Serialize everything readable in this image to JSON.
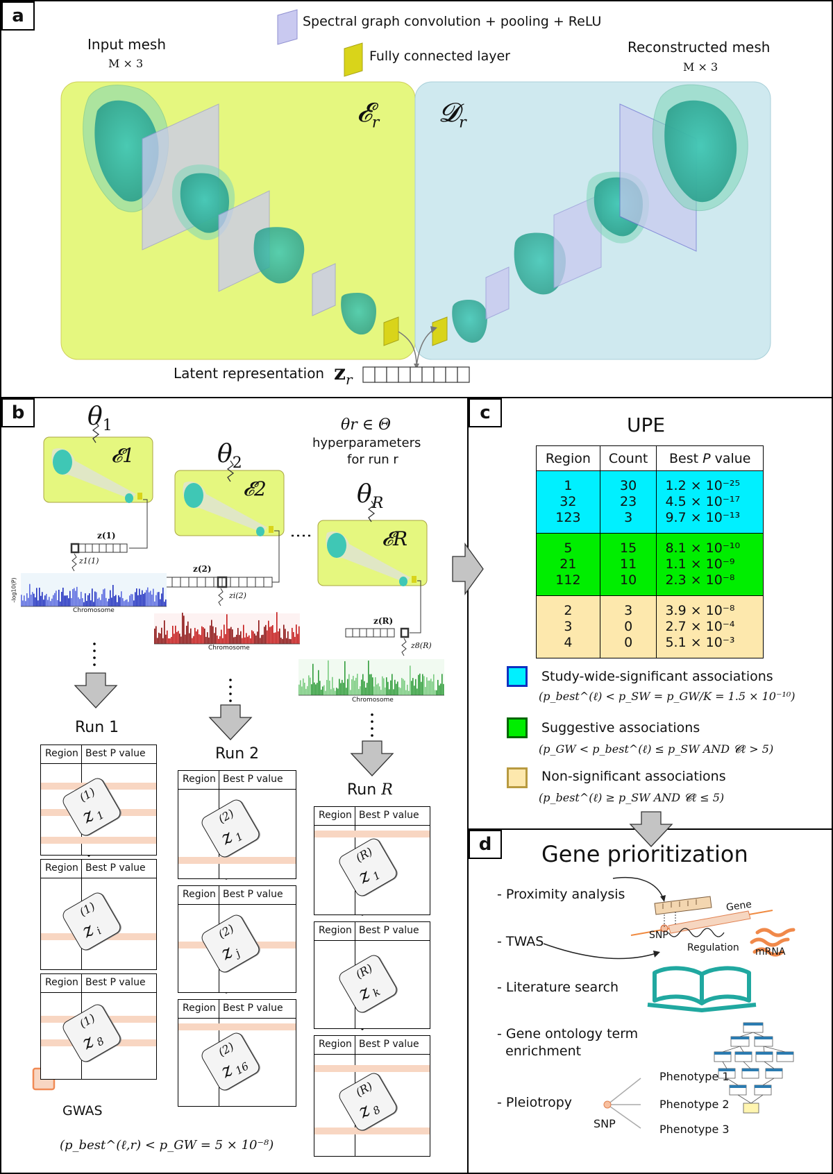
{
  "panels": {
    "a": "a",
    "b": "b",
    "c": "c",
    "d": "d"
  },
  "panel_a": {
    "legend_conv": "Spectral graph convolution + pooling + ReLU",
    "legend_fc": "Fully connected layer",
    "input_mesh": "Input mesh",
    "input_dims": "M × 3",
    "recon_mesh": "Reconstructed mesh",
    "recon_dims": "M × 3",
    "encoder": "𝓔",
    "encoder_sub": "r",
    "decoder": "𝓓",
    "decoder_sub": "r",
    "latent_label": "Latent representation",
    "latent_symbol": "z",
    "latent_sub": "r",
    "colors": {
      "encoder_bg": "#e5f77f",
      "decoder_bg": "#cfe9ef",
      "mesh": "#3cb9a8",
      "layer": "#c9c9f0",
      "fc": "#d9d41a"
    }
  },
  "panel_b": {
    "theta1": "θ",
    "theta1_sub": "1",
    "theta2": "θ",
    "theta2_sub": "2",
    "thetaR": "θ",
    "thetaR_sub": "R",
    "hyper_line1": "θr ∈ Θ",
    "hyper_line2": "hyperparameters",
    "hyper_line3": "for run r",
    "enc1": "𝓔1",
    "enc2": "𝓔2",
    "encR": "𝓔R",
    "zvec1": "z(1)",
    "zvec2": "z(2)",
    "zvecR": "z(R)",
    "zel1": "z1(1)",
    "zel2": "zi(2)",
    "zelR": "z8(R)",
    "manhattan_xlabel": "Chromosome",
    "manhattan_ylabel": "-log10(P)",
    "run1": "Run 1",
    "run2": "Run 2",
    "runR": "Run R",
    "col_region": "Region",
    "col_best": "Best P value",
    "run1_cards": [
      {
        "base": "z",
        "sub": "1",
        "sup": "(1)"
      },
      {
        "base": "z",
        "sub": "i",
        "sup": "(1)"
      },
      {
        "base": "z",
        "sub": "8",
        "sup": "(1)"
      }
    ],
    "run2_cards": [
      {
        "base": "z",
        "sub": "1",
        "sup": "(2)"
      },
      {
        "base": "z",
        "sub": "j",
        "sup": "(2)"
      },
      {
        "base": "z",
        "sub": "16",
        "sup": "(2)"
      }
    ],
    "runR_cards": [
      {
        "base": "z",
        "sub": "1",
        "sup": "(R)"
      },
      {
        "base": "z",
        "sub": "k",
        "sup": "(R)"
      },
      {
        "base": "z",
        "sub": "8",
        "sup": "(R)"
      }
    ],
    "gwas_legend": "GWAS",
    "gwas_formula": "(p_best^(ℓ,r) < p_GW = 5 × 10⁻⁸)",
    "colors": {
      "run1": "#1f2fbf",
      "run2": "#c41818",
      "runR": "#2f9c3a",
      "band": "#f8d6c2"
    }
  },
  "panel_c": {
    "title": "UPE",
    "headers": [
      "Region",
      "Count",
      "Best P value"
    ],
    "groups": [
      {
        "color": "#00f0ff",
        "rows": [
          [
            "1",
            "30",
            "1.2 × 10⁻²⁵"
          ],
          [
            "32",
            "23",
            "4.5 × 10⁻¹⁷"
          ],
          [
            "123",
            "3",
            "9.7 × 10⁻¹³"
          ]
        ]
      },
      {
        "color": "#00ee00",
        "rows": [
          [
            "5",
            "15",
            "8.1 × 10⁻¹⁰"
          ],
          [
            "21",
            "11",
            "1.1 × 10⁻⁹"
          ],
          [
            "112",
            "10",
            "2.3 × 10⁻⁸"
          ]
        ]
      },
      {
        "color": "#fde8ad",
        "rows": [
          [
            "2",
            "3",
            "3.9 × 10⁻⁸"
          ],
          [
            "3",
            "0",
            "2.7 × 10⁻⁴"
          ],
          [
            "4",
            "0",
            "5.1 × 10⁻³"
          ]
        ]
      }
    ],
    "legend": [
      {
        "label": "Study-wide-significant associations",
        "formula": "(p_best^(ℓ) < p_SW = p_GW/K = 1.5 × 10⁻¹⁰)",
        "fill": "#00f0ff",
        "stroke": "#1030c0"
      },
      {
        "label": "Suggestive associations",
        "formula": "(p_GW < p_best^(ℓ) ≤ p_SW AND 𝓒ℓ > 5)",
        "fill": "#00ee00",
        "stroke": "#006600"
      },
      {
        "label": "Non-significant associations",
        "formula": "(p_best^(ℓ) ≥ p_SW AND 𝓒ℓ ≤ 5)",
        "fill": "#fde8ad",
        "stroke": "#b89a40"
      }
    ]
  },
  "panel_d": {
    "title": "Gene prioritization",
    "items": [
      "- Proximity analysis",
      "- TWAS",
      "- Literature search",
      "- Gene ontology term",
      "  enrichment",
      "- Pleiotropy"
    ],
    "gene": "Gene",
    "snp": "SNP",
    "regulation": "Regulation",
    "mrna": "mRNA",
    "snp2": "SNP",
    "phenotypes": [
      "Phenotype 1",
      "Phenotype 2",
      "Phenotype 3"
    ]
  }
}
